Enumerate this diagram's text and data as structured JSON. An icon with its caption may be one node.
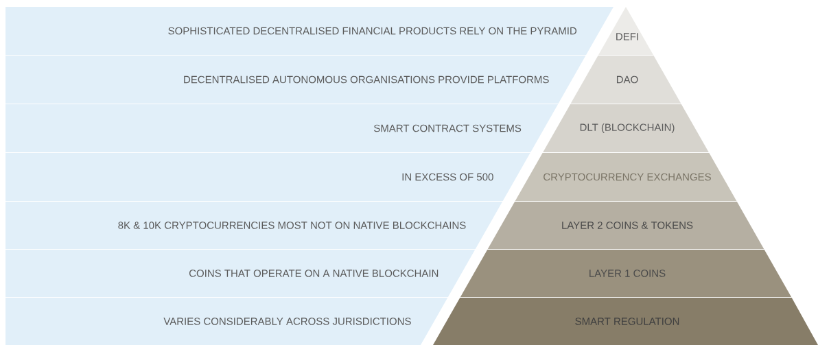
{
  "diagram": {
    "nodes": [
      {
        "text": [
          "SOPHISTICATED DECENTRALISED FINANCIAL PRODUCTS RELY ON THE PYRAMID"
        ]
      },
      {
        "text": [
          "DEFI"
        ]
      },
      {
        "text": [
          "DECENTRALISED AUTONOMOUS ORGANISATIONS PROVIDE PLATFORMS"
        ]
      },
      {
        "text": [
          "DAO"
        ]
      },
      {
        "text": [
          "SMART CONTRACT SYSTEMS"
        ]
      },
      {
        "text": [
          "DLT (BLOCKCHAIN)"
        ]
      },
      {
        "text": [
          "IN EXCESS OF 500"
        ]
      },
      {
        "text": [
          "CRYPTOCURRENCY EXCHANGES"
        ]
      },
      {
        "text": [
          "8K & 10K CRYPTOCURRENCIES MOST NOT ON NATIVE BLOCKCHAINS"
        ]
      },
      {
        "text": [
          "LAYER 2 COINS & TOKENS"
        ]
      },
      {
        "text": [
          "COINS THAT OPERATE ON A NATIVE BLOCKCHAIN"
        ]
      },
      {
        "text": [
          "LAYER 1 COINS"
        ]
      },
      {
        "text": [
          "VARIES CONSIDERABLY ACROSS JURISDICTIONS"
        ]
      },
      {
        "text": [
          "SMART REGULATION"
        ]
      }
    ]
  }
}
